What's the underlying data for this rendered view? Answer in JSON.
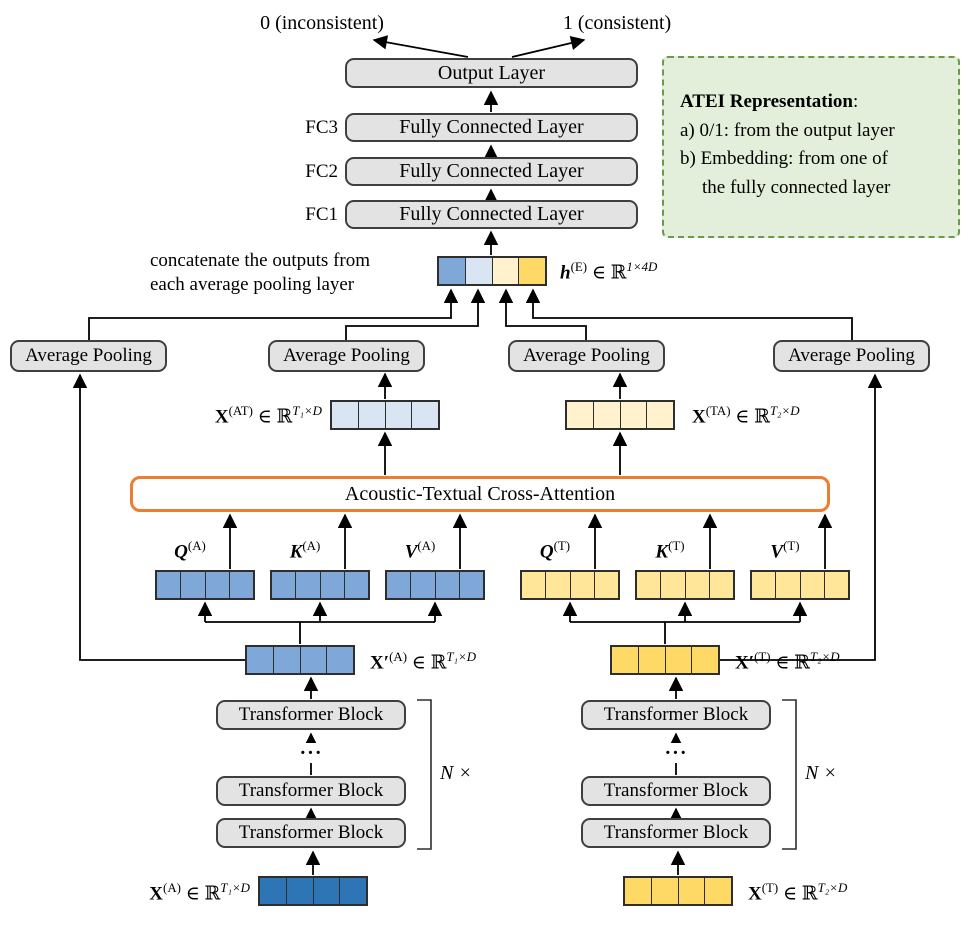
{
  "top_labels": {
    "inconsistent": "0 (inconsistent)",
    "consistent": "1 (consistent)"
  },
  "boxes": {
    "output_layer": "Output Layer",
    "fully_connected": "Fully Connected Layer",
    "average_pooling": "Average Pooling",
    "cross_attention": "Acoustic-Textual Cross-Attention",
    "transformer_block": "Transformer Block"
  },
  "fc_tags": [
    "FC3",
    "FC2",
    "FC1"
  ],
  "note": {
    "title": "ATEI Representation",
    "title_suffix": ":",
    "line_a": "a) 0/1: from the output layer",
    "line_b1": "b) Embedding: from one of",
    "line_b2": "the fully connected layer"
  },
  "concat_caption": {
    "line1": "concatenate the outputs from",
    "line2": "each average pooling layer"
  },
  "repeat": {
    "label": "N ×",
    "dots": "···"
  },
  "math": {
    "h_e": {
      "var": "h",
      "sup": "(E)",
      "set": " ∈ ℝ",
      "exp": "1×4D"
    },
    "x_at": {
      "var": "X",
      "sup": "(AT)",
      "set": " ∈ ℝ",
      "exp": "T₁×D"
    },
    "x_ta": {
      "var": "X",
      "sup": "(TA)",
      "set": " ∈ ℝ",
      "exp": "T₂×D"
    },
    "q_a": {
      "var": "Q",
      "sup": "(A)"
    },
    "k_a": {
      "var": "K",
      "sup": "(A)"
    },
    "v_a": {
      "var": "V",
      "sup": "(A)"
    },
    "q_t": {
      "var": "Q",
      "sup": "(T)"
    },
    "k_t": {
      "var": "K",
      "sup": "(T)"
    },
    "v_t": {
      "var": "V",
      "sup": "(T)"
    },
    "x_prime_a": {
      "var": "X′",
      "sup": "(A)",
      "set": " ∈ ℝ",
      "exp": "T₁×D"
    },
    "x_prime_t": {
      "var": "X′",
      "sup": "(T)",
      "set": " ∈ ℝ",
      "exp": "T₂×D"
    },
    "x_a": {
      "var": "X",
      "sup": "(A)",
      "set": " ∈ ℝ",
      "exp": "T₁×D"
    },
    "x_t": {
      "var": "X",
      "sup": "(T)",
      "set": " ∈ ℝ",
      "exp": "T₂×D"
    }
  },
  "colors": {
    "dark_blue": "#2e75b6",
    "mid_blue": "#7fa8d9",
    "light_blue": "#dae5f3",
    "yellow": "#ffd966",
    "mid_yellow": "#ffe699",
    "light_yellow": "#fff2cc",
    "box_gray": "#e3e3e3",
    "box_border": "#3f3f3f",
    "attention_orange": "#ed7d31",
    "note_green_fill": "#e3efda",
    "note_green_border": "#6a9a4e"
  }
}
